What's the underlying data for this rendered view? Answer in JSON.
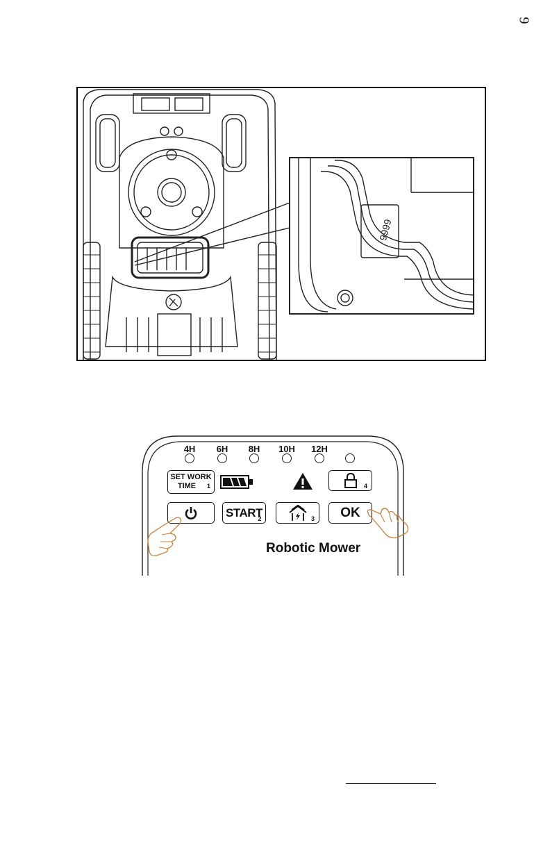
{
  "page": {
    "number": "9"
  },
  "figure1": {
    "code_label": "9999"
  },
  "control_panel": {
    "timer_labels": [
      "4H",
      "6H",
      "8H",
      "10H",
      "12H"
    ],
    "buttons": {
      "set_work_line1": "SET WORK",
      "set_work_line2": "TIME",
      "set_work_number": "1",
      "lock_number": "4",
      "start_label": "START",
      "start_number": "2",
      "home_number": "3",
      "ok_label": "OK"
    },
    "brand": "Robotic Mower",
    "icons": {
      "battery": "battery-icon",
      "warning": "warning-icon",
      "lock": "lock-icon",
      "power": "power-icon",
      "home": "home-charge-icon",
      "hand": "pointing-hand-icon"
    },
    "colors": {
      "hand_stroke": "#c8823a",
      "line": "#111111"
    }
  }
}
